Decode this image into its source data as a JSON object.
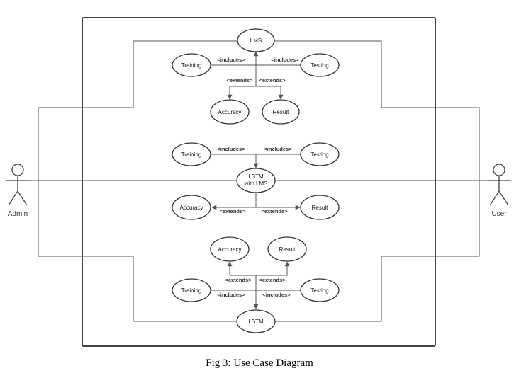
{
  "actors": {
    "admin": "Admin",
    "user": "User"
  },
  "groups": {
    "top": {
      "main": "LMS",
      "training": "Training",
      "testing": "Testing",
      "accuracy": "Accuracy",
      "result": "Result",
      "includes_left": "<includes>",
      "includes_right": "<includes>",
      "extends_left": "<extends>",
      "extends_right": "<extends>"
    },
    "middle": {
      "main_line1": "LSTM",
      "main_line2": "with LMS",
      "training": "Training",
      "testing": "Testing",
      "accuracy": "Accuracy",
      "result": "Result",
      "includes_left": "<includes>",
      "includes_right": "<includes>",
      "extends_left": "<extends>",
      "extends_right": "<extends>"
    },
    "bottom": {
      "main": "LSTM",
      "training": "Training",
      "testing": "Testing",
      "accuracy": "Accuracy",
      "result": "Result",
      "includes_left": "<includes>",
      "includes_right": "<includes>",
      "extends_left": "<extends>",
      "extends_right": "<extends>"
    }
  },
  "caption": "Fig 3: Use Case Diagram"
}
